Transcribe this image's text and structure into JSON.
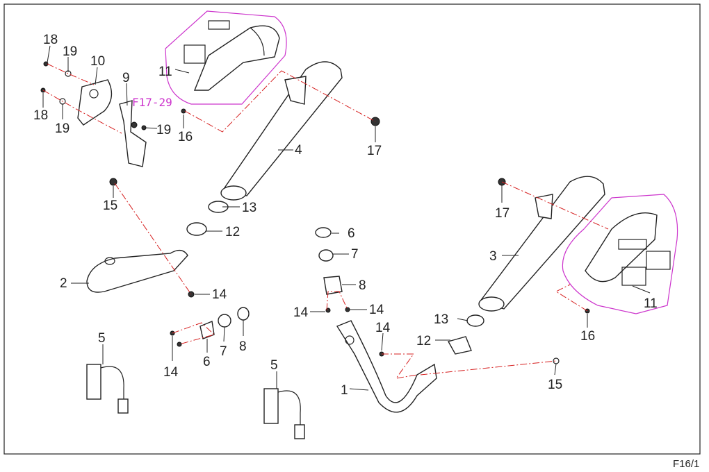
{
  "diagram": {
    "sheet_code": "F16/1",
    "torque_ref": "F17-29",
    "callouts": {
      "c1": "1",
      "c2": "2",
      "c3": "3",
      "c4": "4",
      "c5a": "5",
      "c5b": "5",
      "c6a": "6",
      "c6b": "6",
      "c7a": "7",
      "c7b": "7",
      "c8a": "8",
      "c8b": "8",
      "c9": "9",
      "c10": "10",
      "c11a": "11",
      "c11b": "11",
      "c12a": "12",
      "c12b": "12",
      "c13a": "13",
      "c13b": "13",
      "c14a": "14",
      "c14b": "14",
      "c14c": "14",
      "c14d": "14",
      "c14e": "14",
      "c15a": "15",
      "c15b": "15",
      "c16a": "16",
      "c16b": "16",
      "c17a": "17",
      "c17b": "17",
      "c18a": "18",
      "c18b": "18",
      "c19a": "19",
      "c19b": "19",
      "c19c": "19"
    },
    "colors": {
      "leader_dash": "#d62020",
      "group_outline": "#cc33cc",
      "line": "#222222"
    }
  }
}
